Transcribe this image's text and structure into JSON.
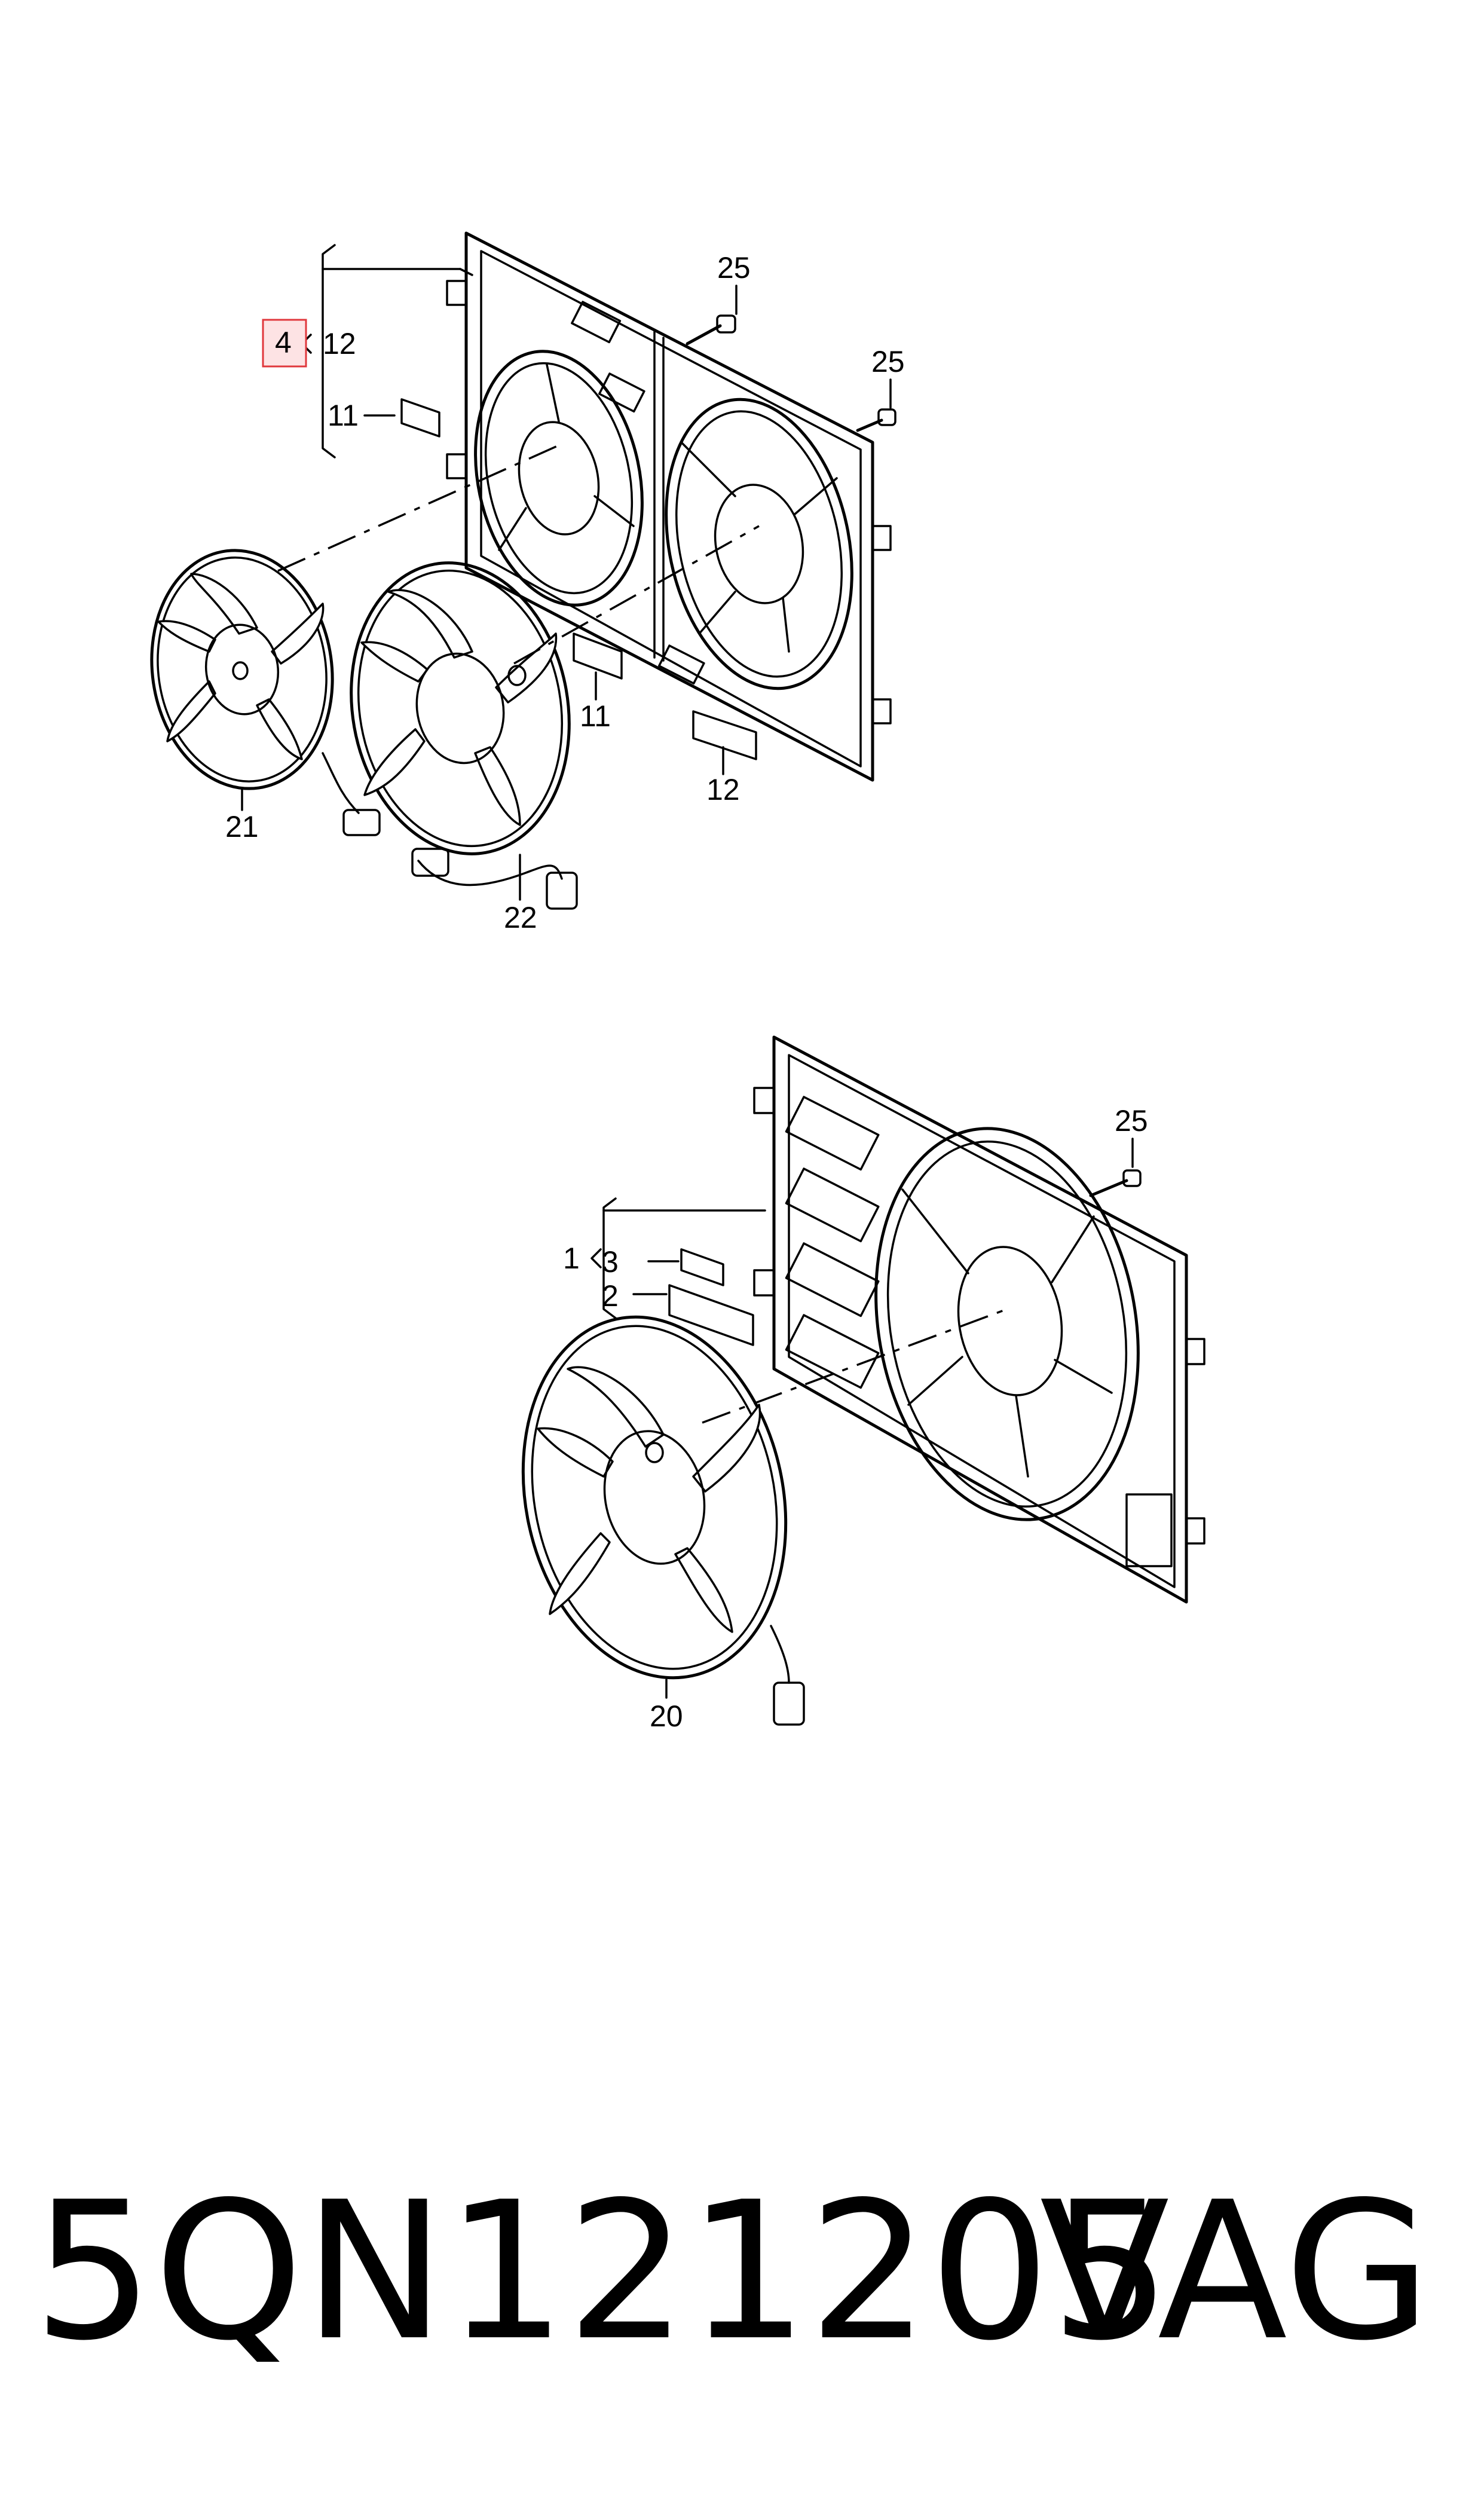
{
  "callouts": {
    "c25_a": "25",
    "c25_b": "25",
    "c25_c": "25",
    "c4": "4",
    "c12_bracket": "12",
    "c11_a": "11",
    "c11_b": "11",
    "c12_b": "12",
    "c21": "21",
    "c22": "22",
    "c1": "1",
    "c3": "3",
    "c2": "2",
    "c20": "20"
  },
  "highlight_color": "#e0383d",
  "highlight_fill": "#fde3e4",
  "footer": {
    "part_number": "5QN121205",
    "brand": "VAG"
  }
}
